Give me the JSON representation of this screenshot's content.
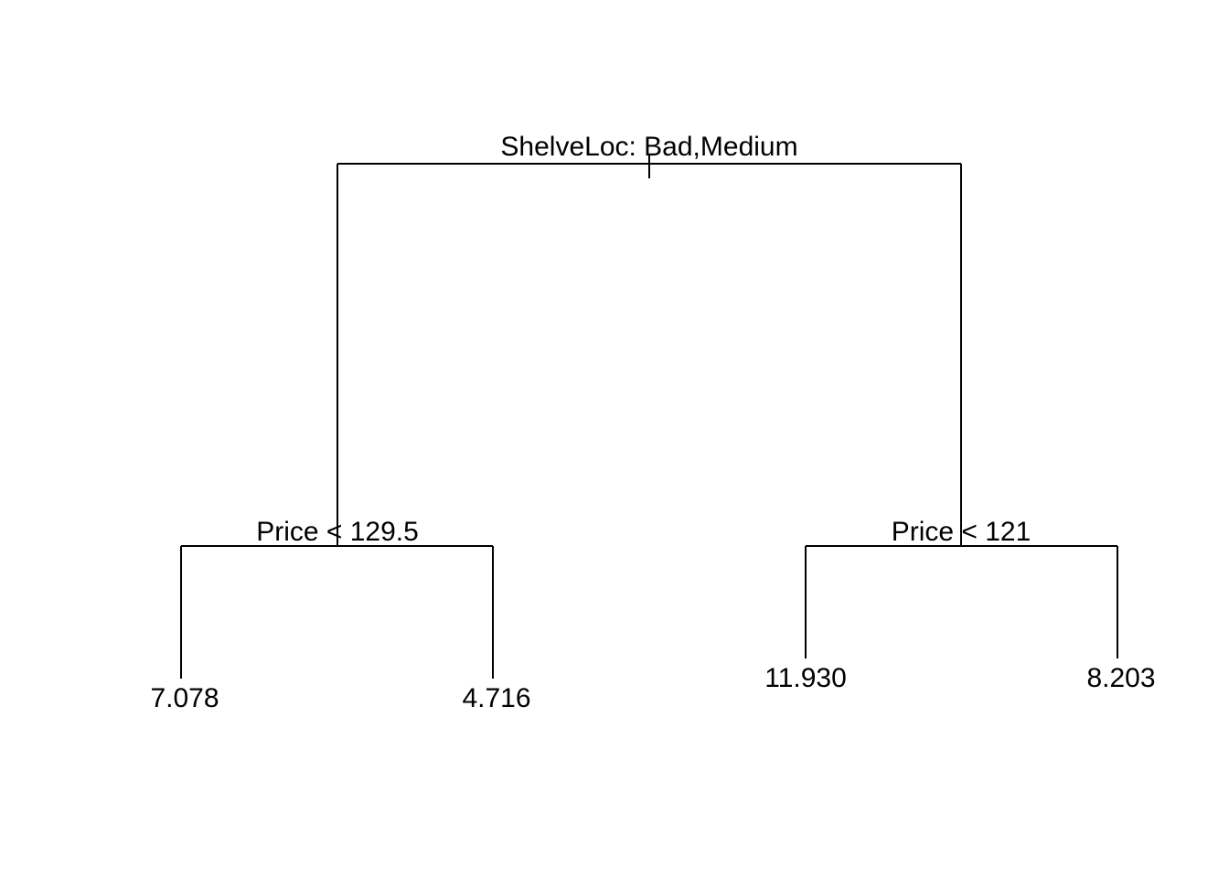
{
  "tree": {
    "root": {
      "split": "ShelveLoc: Bad,Medium"
    },
    "left": {
      "split": "Price < 129.5",
      "leaves": [
        "7.078",
        "4.716"
      ]
    },
    "right": {
      "split": "Price < 121",
      "leaves": [
        "11.930",
        "8.203"
      ]
    }
  },
  "colors": {
    "line": "#000000",
    "background": "#ffffff"
  }
}
